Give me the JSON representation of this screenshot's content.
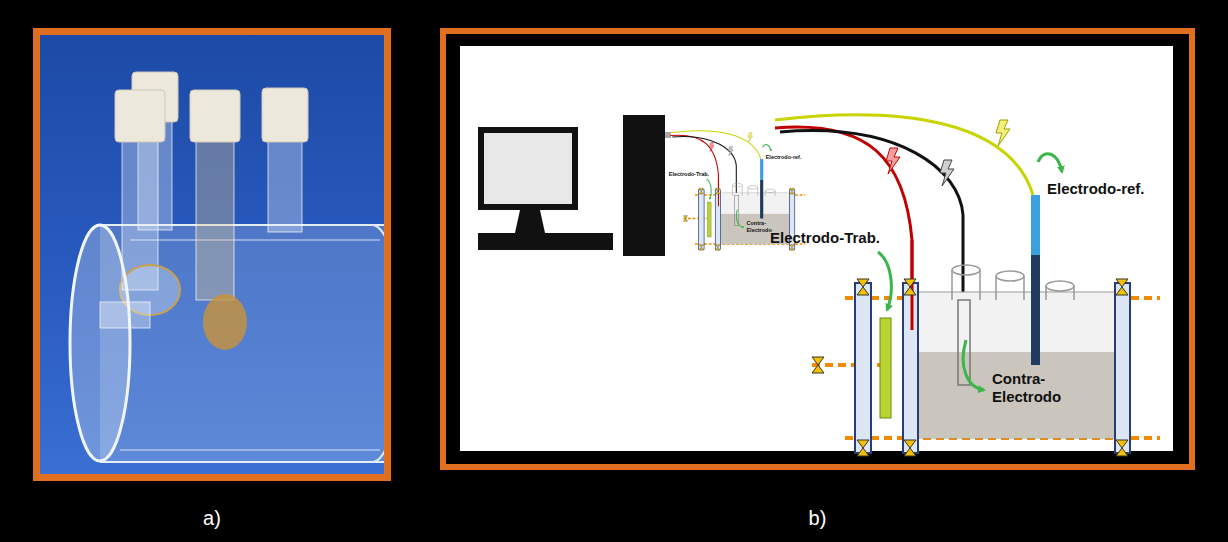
{
  "diagram": {
    "nodes": [
      {
        "text": [
          "a)"
        ]
      },
      {
        "text": [
          "b)"
        ]
      }
    ],
    "labels": [
      "Electrodo-ref.",
      "Electrodo-Trab.",
      "Contra- Electrodo",
      "Electrodo-ref.",
      "Electrodo-Trab.",
      "Contra- Electrodo"
    ]
  }
}
